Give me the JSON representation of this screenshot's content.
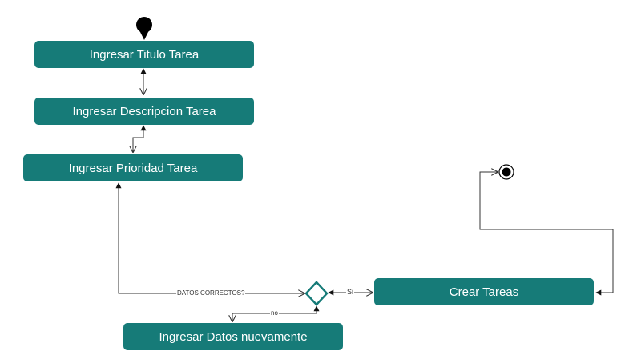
{
  "nodes": {
    "titulo": "Ingresar Titulo Tarea",
    "descripcion": "Ingresar Descripcion Tarea",
    "prioridad": "Ingresar Prioridad Tarea",
    "crear": "Crear Tareas",
    "nuevamente": "Ingresar Datos nuevamente"
  },
  "edge_labels": {
    "datos_correctos": "DATOS CORRECTOS?",
    "si": "Si",
    "no": "no"
  },
  "colors": {
    "node_fill": "#167b78",
    "node_text": "#ffffff",
    "line": "#333333",
    "start_node": "#000000"
  }
}
